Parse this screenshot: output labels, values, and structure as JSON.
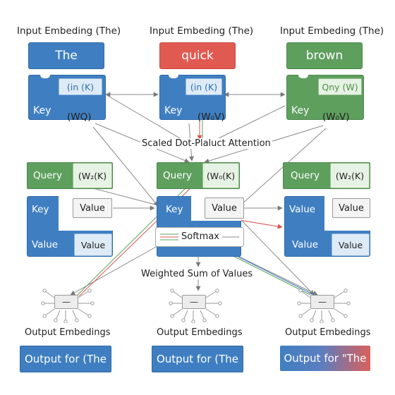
{
  "headers": [
    "Input Embeding (The)",
    "Input Embeding (The)",
    "Input Embeding (The)"
  ],
  "tokens": [
    "The",
    "quick",
    "brown"
  ],
  "tokenColors": [
    "#3f7fc1",
    "#e05a52",
    "#5e9f5e"
  ],
  "keyBlocks": [
    {
      "label": "Key",
      "inner": "(in (K)",
      "weight": "(WQ)"
    },
    {
      "label": "Key",
      "inner": "(in (K)",
      "weight": "(W₀V)"
    },
    {
      "label": "Key",
      "inner": "Qny (W)",
      "weight": "(W₀V)"
    }
  ],
  "attentionLabel": "Scaled Dot-Plaluct Attention",
  "queryBlocks": [
    {
      "label": "Query",
      "weight": "(W₂(K)"
    },
    {
      "label": "Query",
      "weight": "(W₀(K)"
    },
    {
      "label": "Query",
      "weight": "(W₂(K)"
    }
  ],
  "kvLeft": {
    "key": "Key",
    "value": "Value",
    "valueBox": "Value",
    "valueInner": "Value"
  },
  "kvMid": {
    "key": "Key",
    "valueBox": "Value"
  },
  "kvRight": {
    "key": "Value",
    "value": "Value",
    "valueBox": "Value",
    "valueInner": "Value"
  },
  "softmaxLabel": "Softmax",
  "weightedSumLabel": "Weighted Sum of Values",
  "miniSymbol": "—",
  "outputHeaders": [
    "Output Embedings",
    "Output Embedings",
    "Output Embedings"
  ],
  "outputs": [
    "Output for (The",
    "Output for (The",
    "Output for \"The"
  ]
}
